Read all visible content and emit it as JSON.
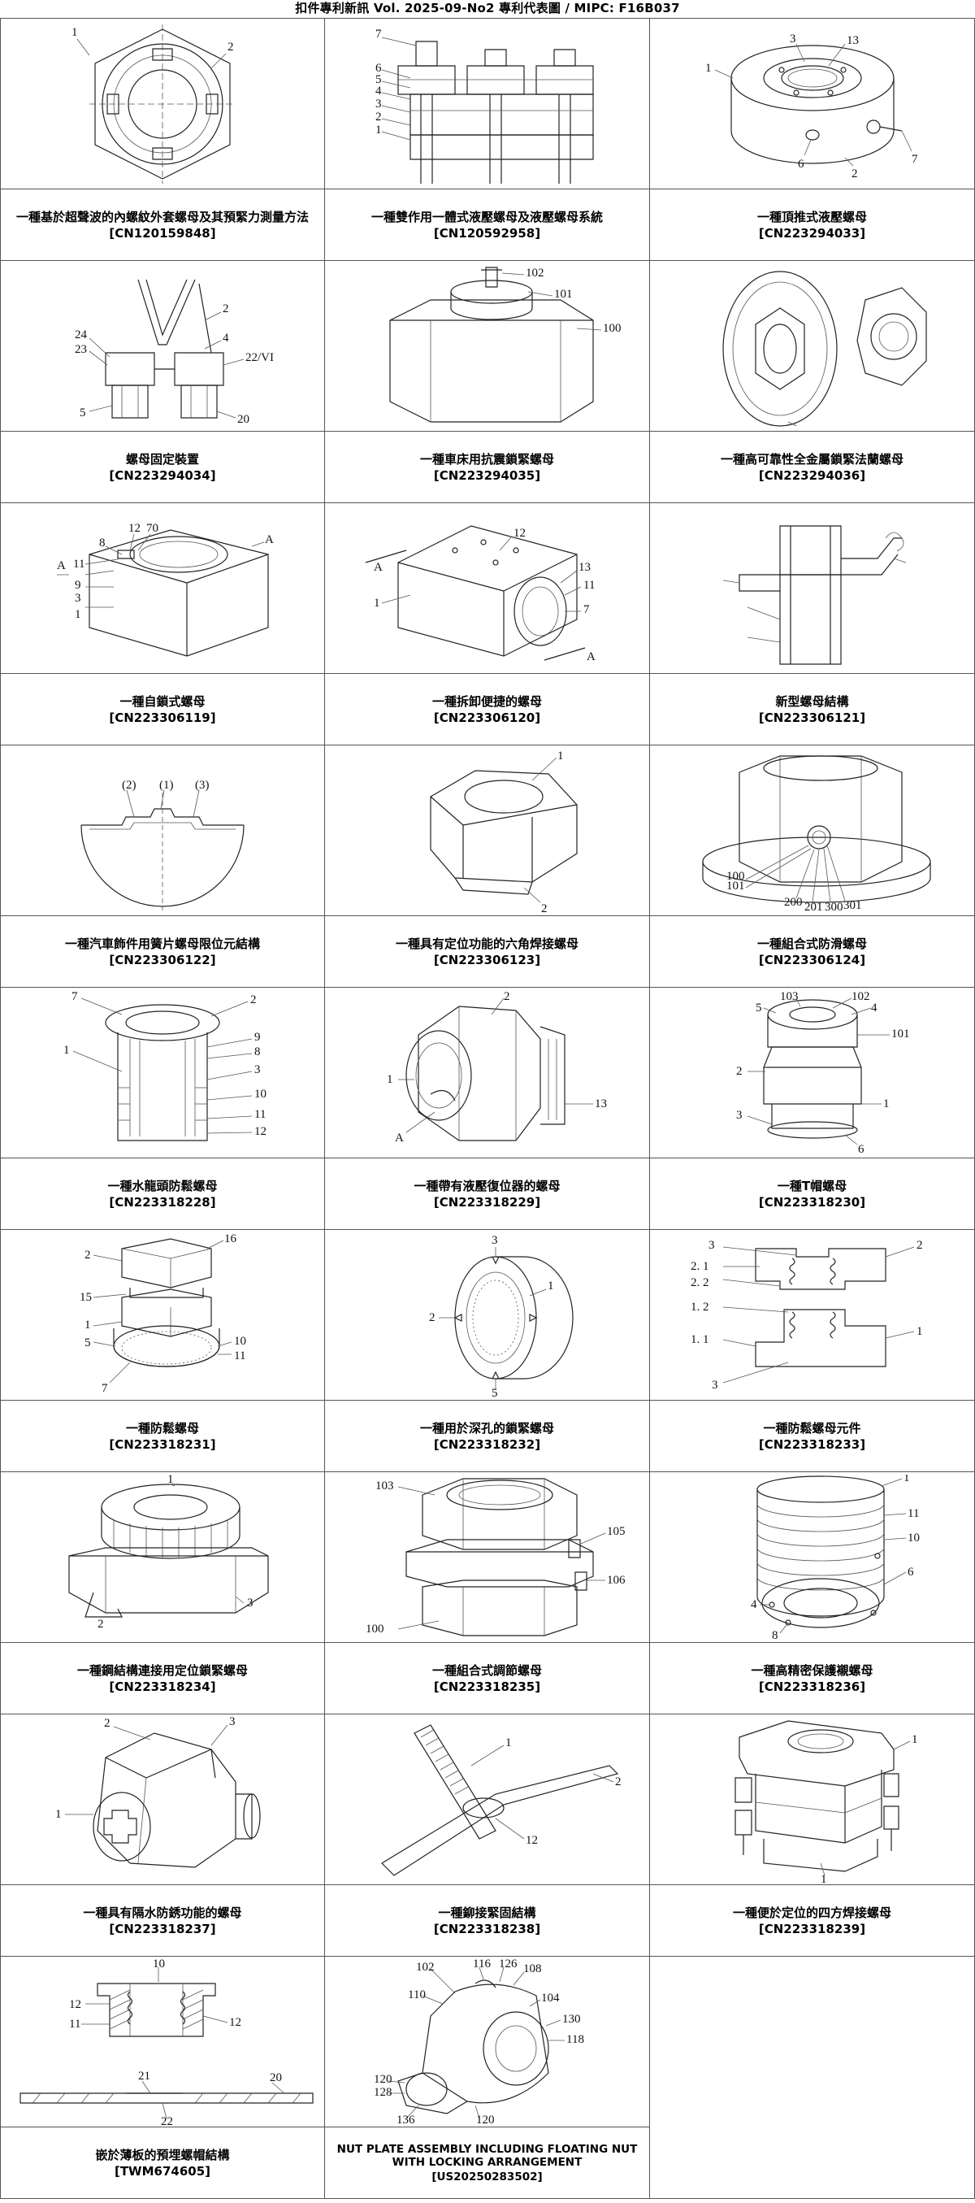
{
  "header": "扣件專利新訊  Vol. 2025-09-No2  專利代表圖  /  MIPC:  F16B037",
  "cells": [
    {
      "title": "一種基於超聲波的內螺紋外套螺母及其預緊力測量方法",
      "number": "[CN120159848]",
      "labels": [
        "1",
        "2"
      ]
    },
    {
      "title": "一種雙作用一體式液壓螺母及液壓螺母系統",
      "number": "[CN120592958]",
      "labels": [
        "7",
        "6",
        "5",
        "4",
        "3",
        "2",
        "1"
      ]
    },
    {
      "title": "一種頂推式液壓螺母",
      "number": "[CN223294033]",
      "labels": [
        "3",
        "13",
        "1",
        "7",
        "6",
        "2"
      ]
    },
    {
      "title": "螺母固定裝置",
      "number": "[CN223294034]",
      "labels": [
        "24",
        "23",
        "5",
        "4",
        "22/VI",
        "20",
        "2"
      ]
    },
    {
      "title": "一種車床用抗震鎖緊螺母",
      "number": "[CN223294035]",
      "labels": [
        "102",
        "101",
        "100"
      ]
    },
    {
      "title": "一種高可靠性全金屬鎖緊法蘭螺母",
      "number": "[CN223294036]",
      "labels": []
    },
    {
      "title": "一種自鎖式螺母",
      "number": "[CN223306119]",
      "labels": [
        "12",
        "70",
        "8",
        "A",
        "11",
        "9",
        "3",
        "1",
        "A"
      ]
    },
    {
      "title": "一種拆卸便捷的螺母",
      "number": "[CN223306120]",
      "labels": [
        "12",
        "13",
        "11",
        "7",
        "1",
        "A",
        "A"
      ]
    },
    {
      "title": "新型螺母結構",
      "number": "[CN223306121]",
      "labels": []
    },
    {
      "title": "一種汽車飾件用簧片螺母限位元結構",
      "number": "[CN223306122]",
      "labels": []
    },
    {
      "title": "一種具有定位功能的六角焊接螺母",
      "number": "[CN223306123]",
      "labels": [
        "1",
        "2"
      ]
    },
    {
      "title": "一種組合式防滑螺母",
      "number": "[CN223306124]",
      "labels": [
        "100",
        "101",
        "200",
        "201",
        "300",
        "301"
      ]
    },
    {
      "title": "一種水龍頭防鬆螺母",
      "number": "[CN223318228]",
      "labels": [
        "7",
        "2",
        "1",
        "9",
        "8",
        "3",
        "10",
        "11",
        "12"
      ]
    },
    {
      "title": "一種帶有液壓復位器的螺母",
      "number": "[CN223318229]",
      "labels": [
        "2",
        "1",
        "13",
        "A"
      ]
    },
    {
      "title": "一種T帽螺母",
      "number": "[CN223318230]",
      "labels": [
        "103",
        "102",
        "5",
        "4",
        "101",
        "2",
        "1",
        "3",
        "6"
      ]
    },
    {
      "title": "一種防鬆螺母",
      "number": "[CN223318231]",
      "labels": [
        "16",
        "2",
        "15",
        "1",
        "5",
        "10",
        "11",
        "7"
      ]
    },
    {
      "title": "一種用於深孔的鎖緊螺母",
      "number": "[CN223318232]",
      "labels": [
        "3",
        "1",
        "2",
        "5"
      ]
    },
    {
      "title": "一種防鬆螺母元件",
      "number": "[CN223318233]",
      "labels": [
        "3",
        "2",
        "2. 1",
        "2. 2",
        "1. 2",
        "1. 1",
        "1",
        "3"
      ]
    },
    {
      "title": "一種鋼結構連接用定位鎖緊螺母",
      "number": "[CN223318234]",
      "labels": [
        "1",
        "3",
        "2"
      ]
    },
    {
      "title": "一種組合式調節螺母",
      "number": "[CN223318235]",
      "labels": [
        "103",
        "105",
        "106",
        "100"
      ]
    },
    {
      "title": "一種高精密保護襯螺母",
      "number": "[CN223318236]",
      "labels": [
        "1",
        "11",
        "10",
        "6",
        "4",
        "8"
      ]
    },
    {
      "title": "一種具有隔水防銹功能的螺母",
      "number": "[CN223318237]",
      "labels": [
        "2",
        "3",
        "1"
      ]
    },
    {
      "title": "一種鉚接緊固結構",
      "number": "[CN223318238]",
      "labels": [
        "1",
        "2",
        "12"
      ]
    },
    {
      "title": "一種便於定位的四方焊接螺母",
      "number": "[CN223318239]",
      "labels": [
        "1",
        "1"
      ]
    },
    {
      "title": "嵌於薄板的預埋螺帽結構",
      "number": "[TWM674605]",
      "labels": [
        "10",
        "12",
        "11",
        "12",
        "21",
        "20",
        "22"
      ]
    },
    {
      "title": "NUT PLATE ASSEMBLY INCLUDING FLOATING NUT WITH LOCKING ARRANGEMENT",
      "number": "[US20250283502]",
      "labels": [
        "102",
        "116",
        "126",
        "108",
        "110",
        "104",
        "130",
        "118",
        "120",
        "128",
        "136",
        "120"
      ]
    }
  ]
}
